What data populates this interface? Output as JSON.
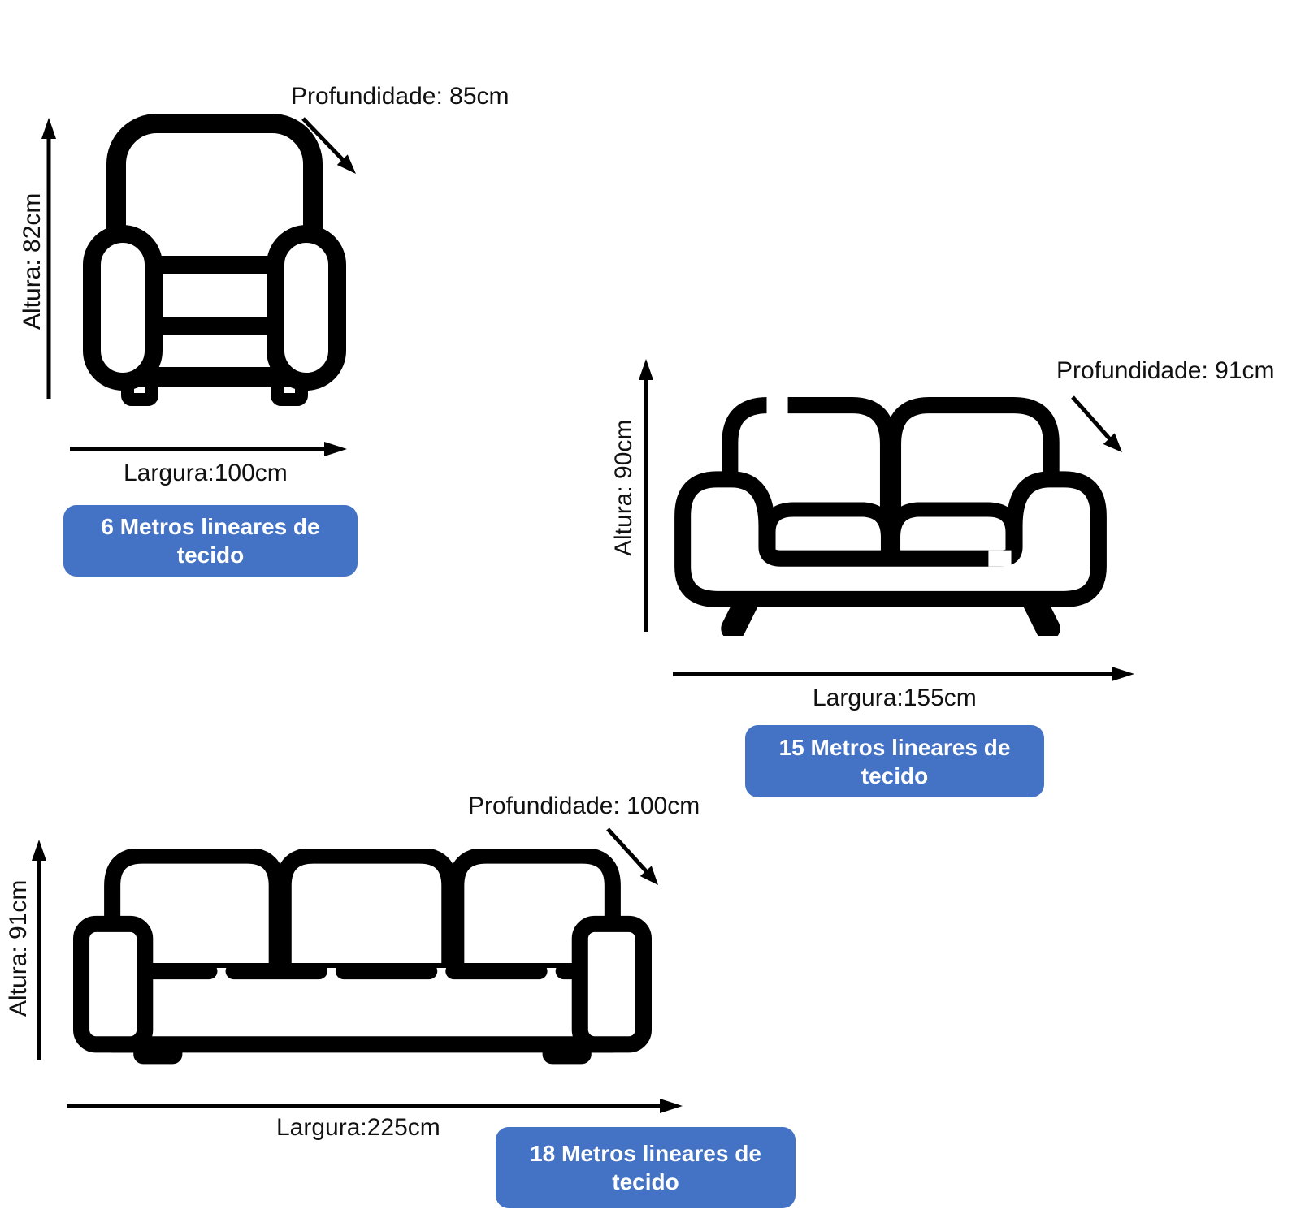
{
  "page": {
    "background": "#ffffff"
  },
  "style": {
    "accent_blue": "#4472C4",
    "badge_text_color": "#ffffff",
    "line_color": "#000000"
  },
  "items": [
    {
      "id": "armchair",
      "icon": "armchair-icon",
      "depth_label": "Profundidade: 85cm",
      "height_label": "Altura: 82cm",
      "width_label": "Largura:100cm",
      "fabric_label": "6 Metros lineares de tecido"
    },
    {
      "id": "loveseat",
      "icon": "loveseat-icon",
      "depth_label": "Profundidade: 91cm",
      "height_label": "Altura: 90cm",
      "width_label": "Largura:155cm",
      "fabric_label": "15 Metros lineares de tecido"
    },
    {
      "id": "sofa",
      "icon": "sofa-icon",
      "depth_label": "Profundidade: 100cm",
      "height_label": "Altura: 91cm",
      "width_label": "Largura:225cm",
      "fabric_label": "18 Metros lineares de tecido"
    }
  ]
}
